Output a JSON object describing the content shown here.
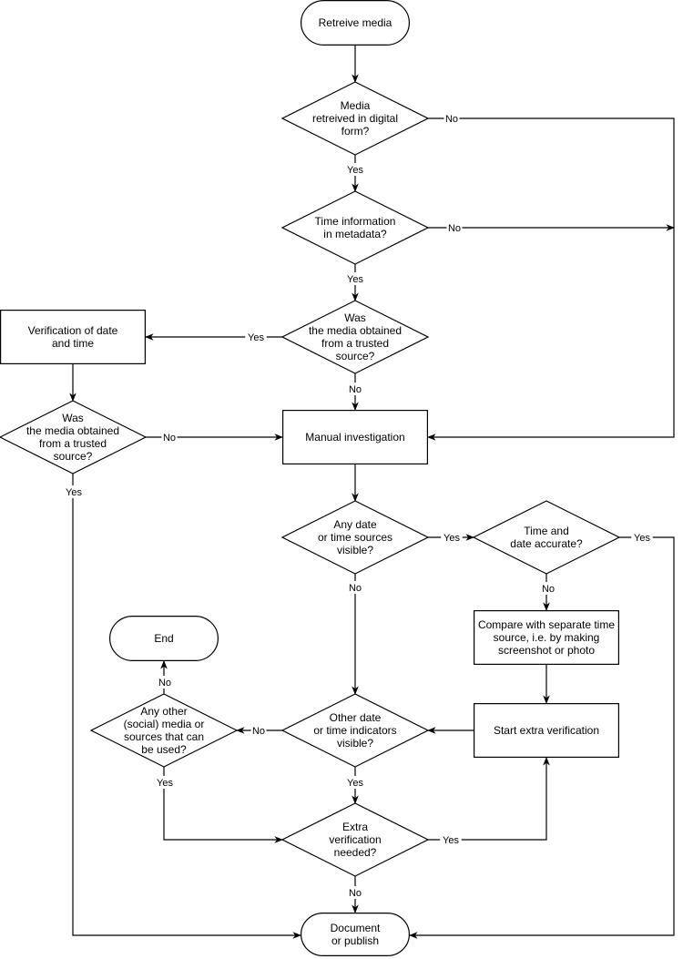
{
  "diagram": {
    "type": "flowchart",
    "nodes": [
      {
        "id": "retrieve",
        "shape": "terminator",
        "lines": [
          "Retreive media"
        ]
      },
      {
        "id": "digital",
        "shape": "decision",
        "lines": [
          "Media",
          "retreived in digital",
          "form?"
        ]
      },
      {
        "id": "metadata",
        "shape": "decision",
        "lines": [
          "Time information",
          "in metadata?"
        ]
      },
      {
        "id": "trusted1",
        "shape": "decision",
        "lines": [
          "Was",
          "the media obtained",
          "from a trusted",
          "source?"
        ]
      },
      {
        "id": "verify_dt",
        "shape": "process",
        "lines": [
          "Verification of date",
          "and time"
        ]
      },
      {
        "id": "trusted2",
        "shape": "decision",
        "lines": [
          "Was",
          "the media obtained",
          "from a trusted",
          "source?"
        ]
      },
      {
        "id": "manual",
        "shape": "process",
        "lines": [
          "Manual investigation"
        ]
      },
      {
        "id": "any_date",
        "shape": "decision",
        "lines": [
          "Any date",
          "or time sources",
          "visible?"
        ]
      },
      {
        "id": "accurate",
        "shape": "decision",
        "lines": [
          "Time and",
          "date accurate?"
        ]
      },
      {
        "id": "compare",
        "shape": "process",
        "lines": [
          "Compare with separate time",
          "source, i.e. by making",
          "screenshot or photo"
        ]
      },
      {
        "id": "start_extra",
        "shape": "process",
        "lines": [
          "Start extra verification"
        ]
      },
      {
        "id": "other_date",
        "shape": "decision",
        "lines": [
          "Other date",
          "or time indicators",
          "visible?"
        ]
      },
      {
        "id": "other_media",
        "shape": "decision",
        "lines": [
          "Any other",
          "(social) media or",
          "sources that can",
          "be used?"
        ]
      },
      {
        "id": "end",
        "shape": "terminator",
        "lines": [
          "End"
        ]
      },
      {
        "id": "extra_needed",
        "shape": "decision",
        "lines": [
          "Extra",
          "verification",
          "needed?"
        ]
      },
      {
        "id": "publish",
        "shape": "terminator",
        "lines": [
          "Document",
          "or publish"
        ]
      }
    ],
    "edges": [
      {
        "from": "retrieve",
        "to": "digital",
        "label": ""
      },
      {
        "from": "digital",
        "to": "metadata",
        "label": "Yes"
      },
      {
        "from": "digital",
        "to": "manual",
        "label": "No"
      },
      {
        "from": "metadata",
        "to": "trusted1",
        "label": "Yes"
      },
      {
        "from": "metadata",
        "to": "manual",
        "label": "No"
      },
      {
        "from": "trusted1",
        "to": "verify_dt",
        "label": "Yes"
      },
      {
        "from": "trusted1",
        "to": "manual",
        "label": "No"
      },
      {
        "from": "verify_dt",
        "to": "trusted2",
        "label": ""
      },
      {
        "from": "trusted2",
        "to": "manual",
        "label": "No"
      },
      {
        "from": "trusted2",
        "to": "publish",
        "label": "Yes"
      },
      {
        "from": "manual",
        "to": "any_date",
        "label": ""
      },
      {
        "from": "any_date",
        "to": "accurate",
        "label": "Yes"
      },
      {
        "from": "any_date",
        "to": "other_date",
        "label": "No"
      },
      {
        "from": "accurate",
        "to": "publish",
        "label": "Yes"
      },
      {
        "from": "accurate",
        "to": "compare",
        "label": "No"
      },
      {
        "from": "compare",
        "to": "start_extra",
        "label": ""
      },
      {
        "from": "start_extra",
        "to": "other_date",
        "label": ""
      },
      {
        "from": "other_date",
        "to": "other_media",
        "label": "No"
      },
      {
        "from": "other_date",
        "to": "extra_needed",
        "label": "Yes"
      },
      {
        "from": "other_media",
        "to": "end",
        "label": "No"
      },
      {
        "from": "other_media",
        "to": "extra_needed",
        "label": "Yes"
      },
      {
        "from": "extra_needed",
        "to": "start_extra",
        "label": "Yes"
      },
      {
        "from": "extra_needed",
        "to": "publish",
        "label": "No"
      }
    ]
  }
}
